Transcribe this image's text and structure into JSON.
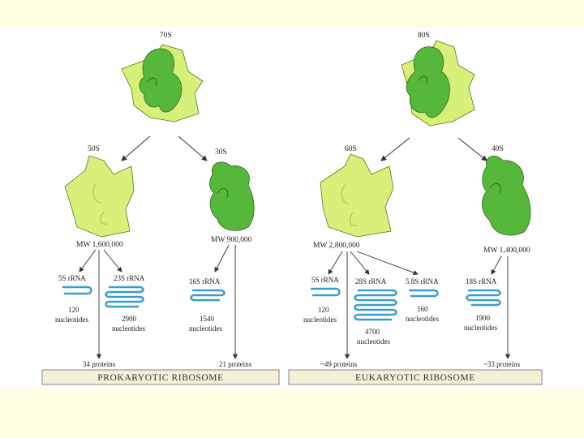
{
  "prokaryotic": {
    "whole": "70S",
    "large": "50S",
    "small": "30S",
    "large_mw": "MW 1,600,000",
    "small_mw": "MW 900,000",
    "rrna_5s": "5S rRNA",
    "rrna_5s_len": "120",
    "rrna_5s_unit": "nucleotides",
    "rrna_23s": "23S rRNA",
    "rrna_23s_len": "2900",
    "rrna_23s_unit": "nucleotides",
    "rrna_16s": "16S rRNA",
    "rrna_16s_len": "1540",
    "rrna_16s_unit": "nucleotides",
    "large_proteins": "34 proteins",
    "small_proteins": "21 proteins",
    "banner": "PROKARYOTIC RIBOSOME"
  },
  "eukaryotic": {
    "whole": "80S",
    "large": "60S",
    "small": "40S",
    "large_mw": "MW 2,800,000",
    "small_mw": "MW 1,400,000",
    "rrna_5s": "5S rRNA",
    "rrna_5s_len": "120",
    "rrna_5s_unit": "nucleotides",
    "rrna_28s": "28S rRNA",
    "rrna_28s_len": "4700",
    "rrna_28s_unit": "nucleotides",
    "rrna_58s": "5.8S rRNA",
    "rrna_58s_len": "160",
    "rrna_58s_unit": "nucleotides",
    "rrna_18s": "18S rRNA",
    "rrna_18s_len": "1900",
    "rrna_18s_unit": "nucleotides",
    "large_proteins": "~49 proteins",
    "small_proteins": "~33 proteins",
    "banner": "EUKARYOTIC RIBOSOME"
  },
  "colors": {
    "large_subunit": "#d6f07a",
    "small_subunit": "#56b83a",
    "rrna": "#3a9ec8",
    "banner_fill": "#f5f0d8"
  }
}
